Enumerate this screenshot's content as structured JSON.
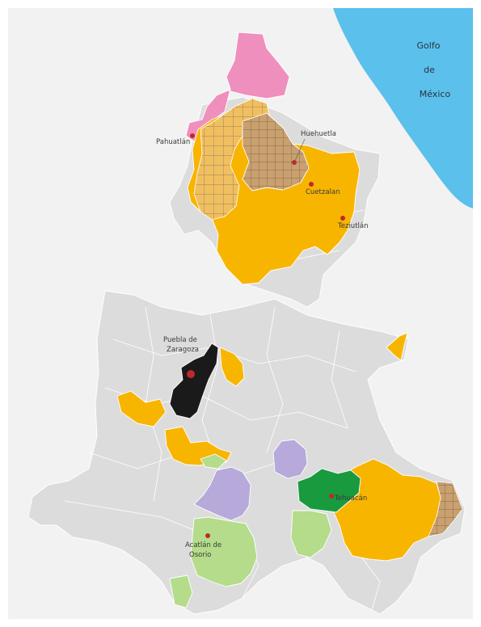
{
  "sea": {
    "lines": [
      "Golfo",
      "de",
      "México"
    ],
    "color": "#5bc0eb"
  },
  "cities": {
    "pahuatlan": "Pahuatlán",
    "huehuetla": "Huehuetla",
    "cuetzalan": "Cuetzalan",
    "teziutlan": "Teziutlán",
    "puebla": [
      "Puebla de",
      "Zaragoza"
    ],
    "tehuacan": "Tehuacán",
    "acatlan": [
      "Acatlán de",
      "Osorio"
    ]
  },
  "colors": {
    "background": "#ffffff",
    "land": "#f2f2f2",
    "municipio": "#dcdcdc",
    "orange": "#f7b500",
    "pink": "#ef8fbd",
    "brown": "#c69c6d",
    "grid": "#b08a5a",
    "black": "#1a1a1a",
    "purple": "#b7a9d9",
    "dark_green": "#1a9a3f",
    "light_green": "#b4dc8a",
    "city_dot": "#c0282d"
  }
}
